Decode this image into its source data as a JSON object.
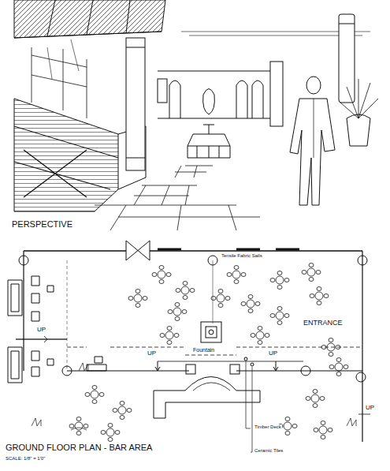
{
  "diagram": {
    "labels": [
      "PERSPECTIVE",
      "Tensile Fabric Sails",
      "ENTRANCE",
      "UP",
      "UP",
      "UP",
      "UP",
      "Fountain",
      "Timber Deck",
      "Ceramic Tiles",
      "GROUND FLOOR PLAN - BAR AREA",
      "SCALE: 1/8\" = 1'0\""
    ]
  }
}
